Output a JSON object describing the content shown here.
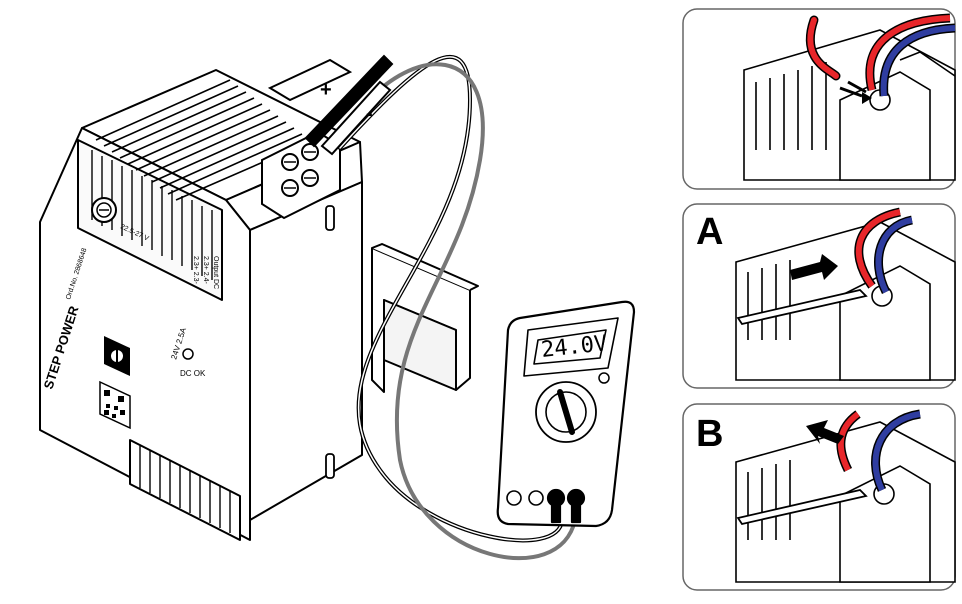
{
  "psu": {
    "brand": "STEP POWER",
    "order_no": "Ord.No. 2868648",
    "voltage_adjust": "22.5-27 V",
    "rating": "24V 2.5A",
    "dc_ok": "DC OK",
    "output": "Output DC",
    "terminal_top": "2.3+   2.3-",
    "terminal_bottom": "2.3+   2.4-"
  },
  "probes": {
    "plus": "+",
    "minus": "-"
  },
  "multimeter": {
    "display": "24.0V"
  },
  "panels": [
    {
      "label": ""
    },
    {
      "label": "A"
    },
    {
      "label": "B"
    }
  ],
  "colors": {
    "wire_red": "#e8262a",
    "wire_blue": "#2f3da0",
    "line": "#000000",
    "probe_gray": "#777777",
    "panel_border": "#666666"
  }
}
